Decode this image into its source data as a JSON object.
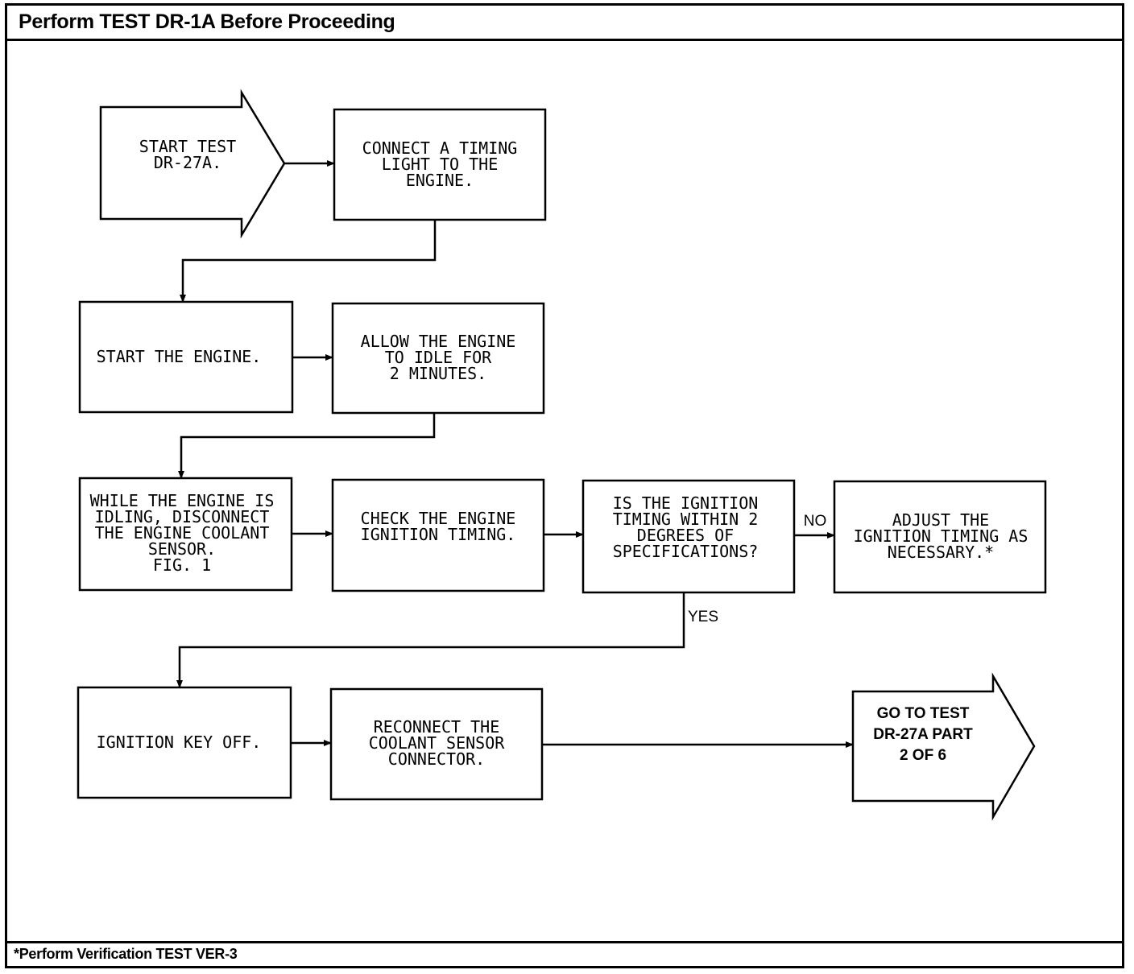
{
  "header": {
    "title": "Perform TEST DR-1A Before Proceeding"
  },
  "footer": {
    "note": "*Perform Verification TEST VER-3"
  },
  "nodes": {
    "start": {
      "lines": [
        "START TEST",
        "DR-27A."
      ]
    },
    "connect": {
      "lines": [
        "CONNECT A TIMING",
        "LIGHT TO THE",
        "ENGINE."
      ]
    },
    "startEng": {
      "lines": [
        "START THE ENGINE."
      ]
    },
    "idle": {
      "lines": [
        "ALLOW THE ENGINE",
        "TO IDLE FOR",
        "2 MINUTES."
      ]
    },
    "disconnect": {
      "lines": [
        "WHILE THE ENGINE IS",
        "IDLING, DISCONNECT",
        "THE ENGINE COOLANT",
        "SENSOR.",
        "FIG. 1"
      ]
    },
    "check": {
      "lines": [
        "CHECK THE ENGINE",
        "IGNITION TIMING."
      ]
    },
    "decision": {
      "lines": [
        "IS THE IGNITION",
        "TIMING WITHIN 2",
        "DEGREES OF",
        "SPECIFICATIONS?"
      ]
    },
    "adjust": {
      "lines": [
        "ADJUST THE",
        "IGNITION TIMING AS",
        "NECESSARY.*"
      ]
    },
    "keyOff": {
      "lines": [
        "IGNITION KEY OFF."
      ]
    },
    "reconnect": {
      "lines": [
        "RECONNECT THE",
        "COOLANT SENSOR",
        "CONNECTOR."
      ]
    },
    "goto": {
      "lines": [
        "GO TO TEST",
        "DR-27A PART",
        "2 OF 6"
      ]
    }
  },
  "edges": {
    "no_label": "NO",
    "yes_label": "YES"
  }
}
